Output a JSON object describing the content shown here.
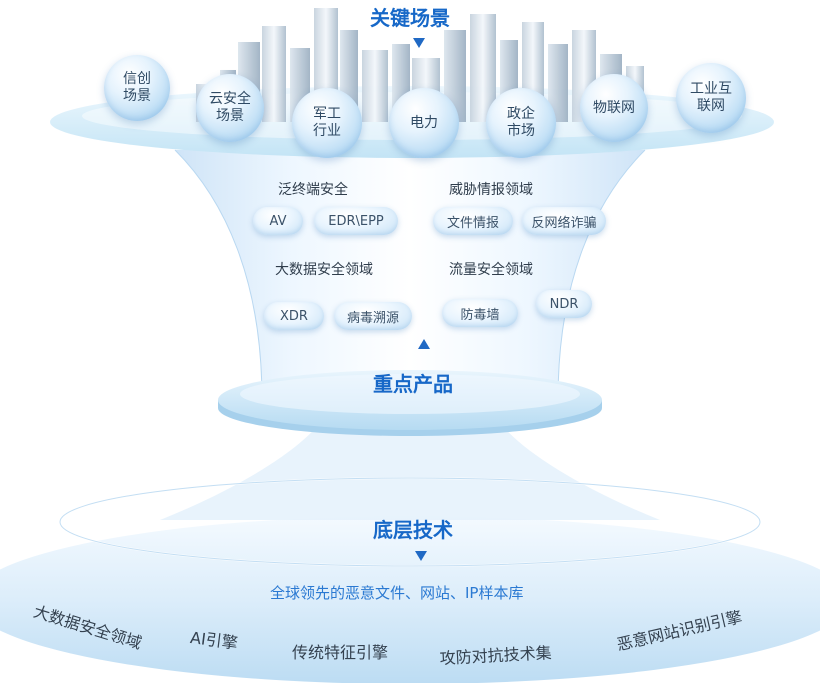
{
  "top": {
    "title": "关键场景",
    "scenarios": [
      "信创\n场景",
      "云安全\n场景",
      "军工\n行业",
      "电力",
      "政企\n市场",
      "物联网",
      "工业互\n联网"
    ]
  },
  "middle": {
    "title": "重点产品",
    "categories": [
      "泛终端安全",
      "威胁情报领域",
      "大数据安全领域",
      "流量安全领域"
    ],
    "products": [
      "AV",
      "EDR\\EPP",
      "文件情报",
      "反网络诈骗",
      "XDR",
      "病毒溯源",
      "防毒墙",
      "NDR"
    ]
  },
  "bottom": {
    "title": "底层技术",
    "library": "全球领先的恶意文件、网站、IP样本库",
    "techs": [
      "大数据安全领域",
      "AI引擎",
      "传统特征引擎",
      "攻防对抗技术集",
      "恶意网站识别引擎"
    ]
  },
  "colors": {
    "accent": "#1768c8",
    "arrow": "#2069c4",
    "library_text": "#2a79d2"
  }
}
